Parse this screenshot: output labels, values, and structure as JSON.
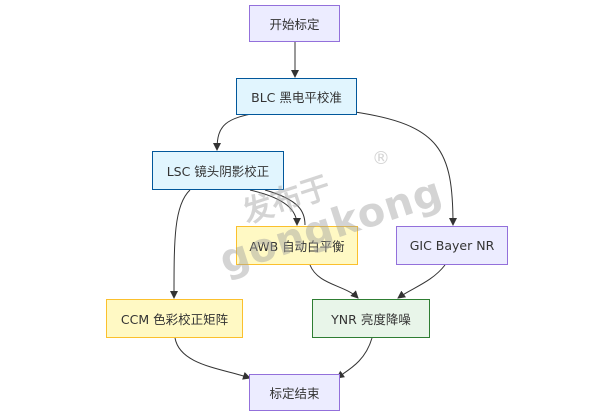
{
  "nodes": {
    "start": "开始标定",
    "blc": "BLC 黑电平校准",
    "lsc": "LSC 镜头阴影校正",
    "awb": "AWB 自动白平衡",
    "gic": "GIC Bayer NR",
    "ccm": "CCM 色彩校正矩阵",
    "ynr": "YNR 亮度降噪",
    "end": "标定结束"
  },
  "watermark": {
    "cn": "发布于",
    "en": "gongkong",
    "reg": "®"
  },
  "colors": {
    "edge": "#333333",
    "purple_fill": "#ececff",
    "blue_fill": "#e1f5fe",
    "yellow_fill": "#fff9c4",
    "green_fill": "#e8f5e9"
  }
}
